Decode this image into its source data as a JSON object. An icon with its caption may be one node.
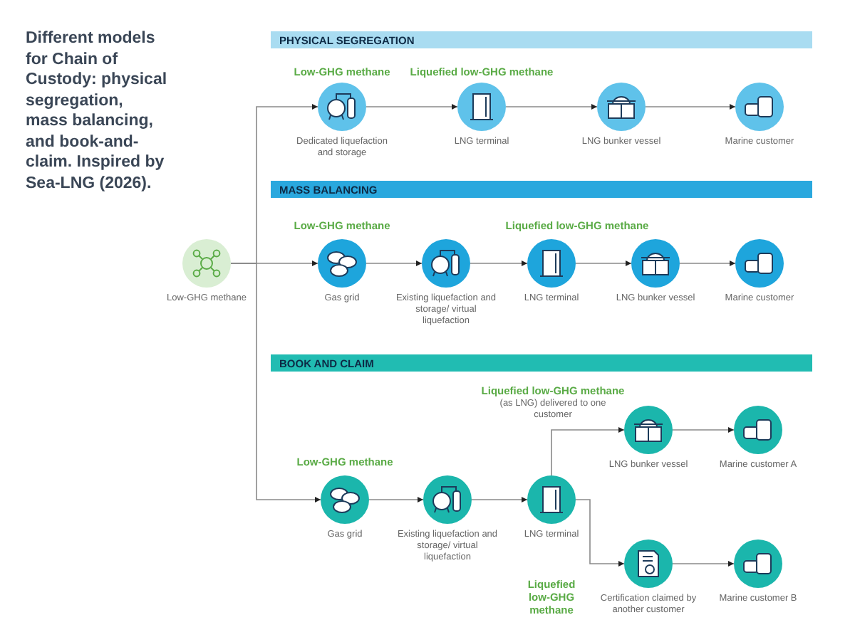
{
  "diagram": {
    "title": "Different models for Chain of Custody: physical segregation, mass balancing, and book-and-claim. Inspired by Sea-LNG (2026).",
    "nodes": [
      {
        "text": [
          "PHYSICAL SEGREGATION"
        ]
      },
      {
        "text": [],
        "shape": "circle",
        "beside": [
          "Dedicated liquefaction and storage"
        ]
      },
      {
        "text": [],
        "shape": "circle",
        "beside": [
          "LNG terminal"
        ]
      },
      {
        "text": [],
        "shape": "circle",
        "beside": [
          "LNG bunker vessel"
        ]
      },
      {
        "text": [],
        "shape": "circle",
        "beside": [
          "Marine customer"
        ]
      },
      {
        "text": [
          "MASS BALANCING"
        ]
      },
      {
        "text": [],
        "shape": "circle",
        "beside": [
          "Low-GHG methane"
        ]
      },
      {
        "text": [],
        "shape": "circle",
        "beside": [
          "Gas grid"
        ]
      },
      {
        "text": [],
        "shape": "circle",
        "beside": [
          "Existing liquefaction and storage/ virtual liquefaction"
        ]
      },
      {
        "text": [],
        "shape": "circle",
        "beside": [
          "LNG terminal"
        ]
      },
      {
        "text": [],
        "shape": "circle",
        "beside": [
          "LNG bunker vessel"
        ]
      },
      {
        "text": [],
        "shape": "circle",
        "beside": [
          "Marine customer"
        ]
      },
      {
        "text": [
          "BOOK AND CLAIM"
        ]
      },
      {
        "text": [],
        "shape": "circle",
        "beside": [
          "Gas grid"
        ]
      },
      {
        "text": [],
        "shape": "circle",
        "beside": [
          "Existing liquefaction and storage/ virtual liquefaction"
        ]
      },
      {
        "text": [],
        "shape": "circle",
        "beside": [
          "LNG terminal"
        ]
      },
      {
        "text": [],
        "shape": "circle",
        "beside": [
          "LNG bunker vessel"
        ]
      },
      {
        "text": [],
        "shape": "circle",
        "beside": [
          "Marine customer A"
        ]
      },
      {
        "text": [],
        "shape": "circle",
        "beside": [
          "Certification claimed by another customer"
        ]
      },
      {
        "text": [],
        "shape": "circle",
        "beside": [
          "Marine customer B"
        ]
      }
    ],
    "edges": [
      {
        "from": 6,
        "to": 1,
        "arrow": "to"
      },
      {
        "from": 6,
        "to": 7,
        "arrow": "to"
      },
      {
        "from": 6,
        "to": 13,
        "arrow": "to"
      },
      {
        "from": 1,
        "to": 2,
        "arrow": "to"
      },
      {
        "from": 2,
        "to": 3,
        "arrow": "to"
      },
      {
        "from": 3,
        "to": 4,
        "arrow": "to"
      },
      {
        "from": 7,
        "to": 8,
        "arrow": "to"
      },
      {
        "from": 8,
        "to": 9,
        "arrow": "to"
      },
      {
        "from": 9,
        "to": 10,
        "arrow": "to"
      },
      {
        "from": 10,
        "to": 11,
        "arrow": "to"
      },
      {
        "from": 13,
        "to": 14,
        "arrow": "to"
      },
      {
        "from": 14,
        "to": 15,
        "arrow": "to"
      },
      {
        "from": 15,
        "to": 16,
        "arrow": "to"
      },
      {
        "from": 15,
        "to": 18,
        "arrow": "to"
      },
      {
        "from": 16,
        "to": 17,
        "arrow": "to"
      },
      {
        "from": 18,
        "to": 19,
        "arrow": "to"
      }
    ],
    "labels": [
      "Low-GHG methane",
      "Liquefied low-GHG methane",
      "Low-GHG methane",
      "Liquefied low-GHG methane",
      "Liquefied low-GHG methane",
      "(as LNG) delivered to one customer",
      "Low-GHG methane",
      "Liquefied low-GHG methane"
    ]
  }
}
